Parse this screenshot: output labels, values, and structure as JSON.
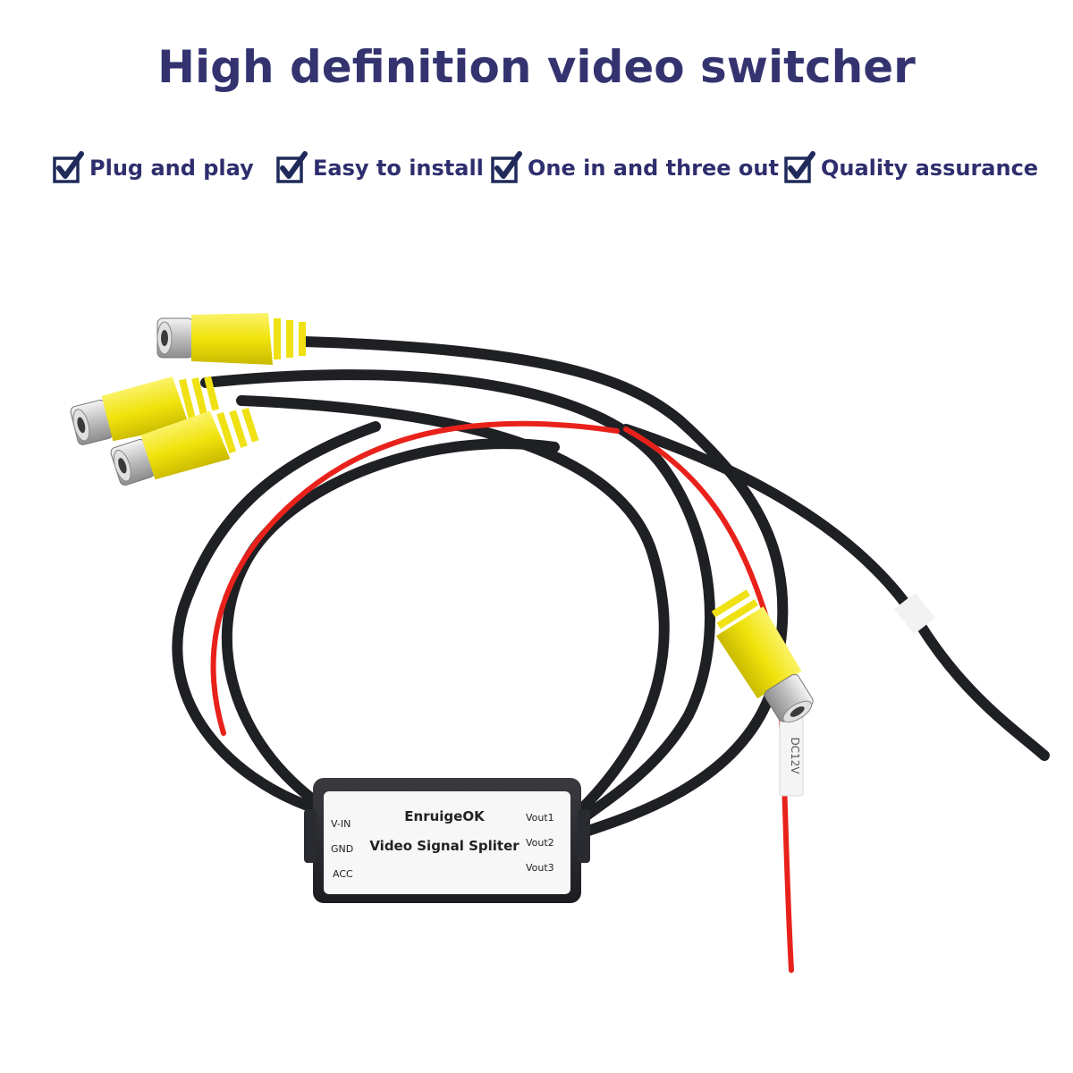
{
  "title": "High definition video switcher",
  "features": [
    {
      "label": "Plug and play",
      "icon": "checkbox-checked-icon"
    },
    {
      "label": "Easy to install",
      "icon": "checkbox-checked-icon"
    },
    {
      "label": "One in and three out",
      "icon": "checkbox-checked-icon"
    },
    {
      "label": "Quality assurance",
      "icon": "checkbox-checked-icon"
    }
  ],
  "device": {
    "brand": "EnruigeOK",
    "name": "Video Signal Spliter",
    "left_labels": [
      "V-IN",
      "GND",
      "ACC"
    ],
    "right_labels": [
      "Vout1",
      "Vout2",
      "Vout3"
    ]
  },
  "wire_tag": "DC12V",
  "colors": {
    "title": "#34336f",
    "cable": "#1f2024",
    "red_wire": "#e8221b",
    "connector": "#f0e50e"
  }
}
